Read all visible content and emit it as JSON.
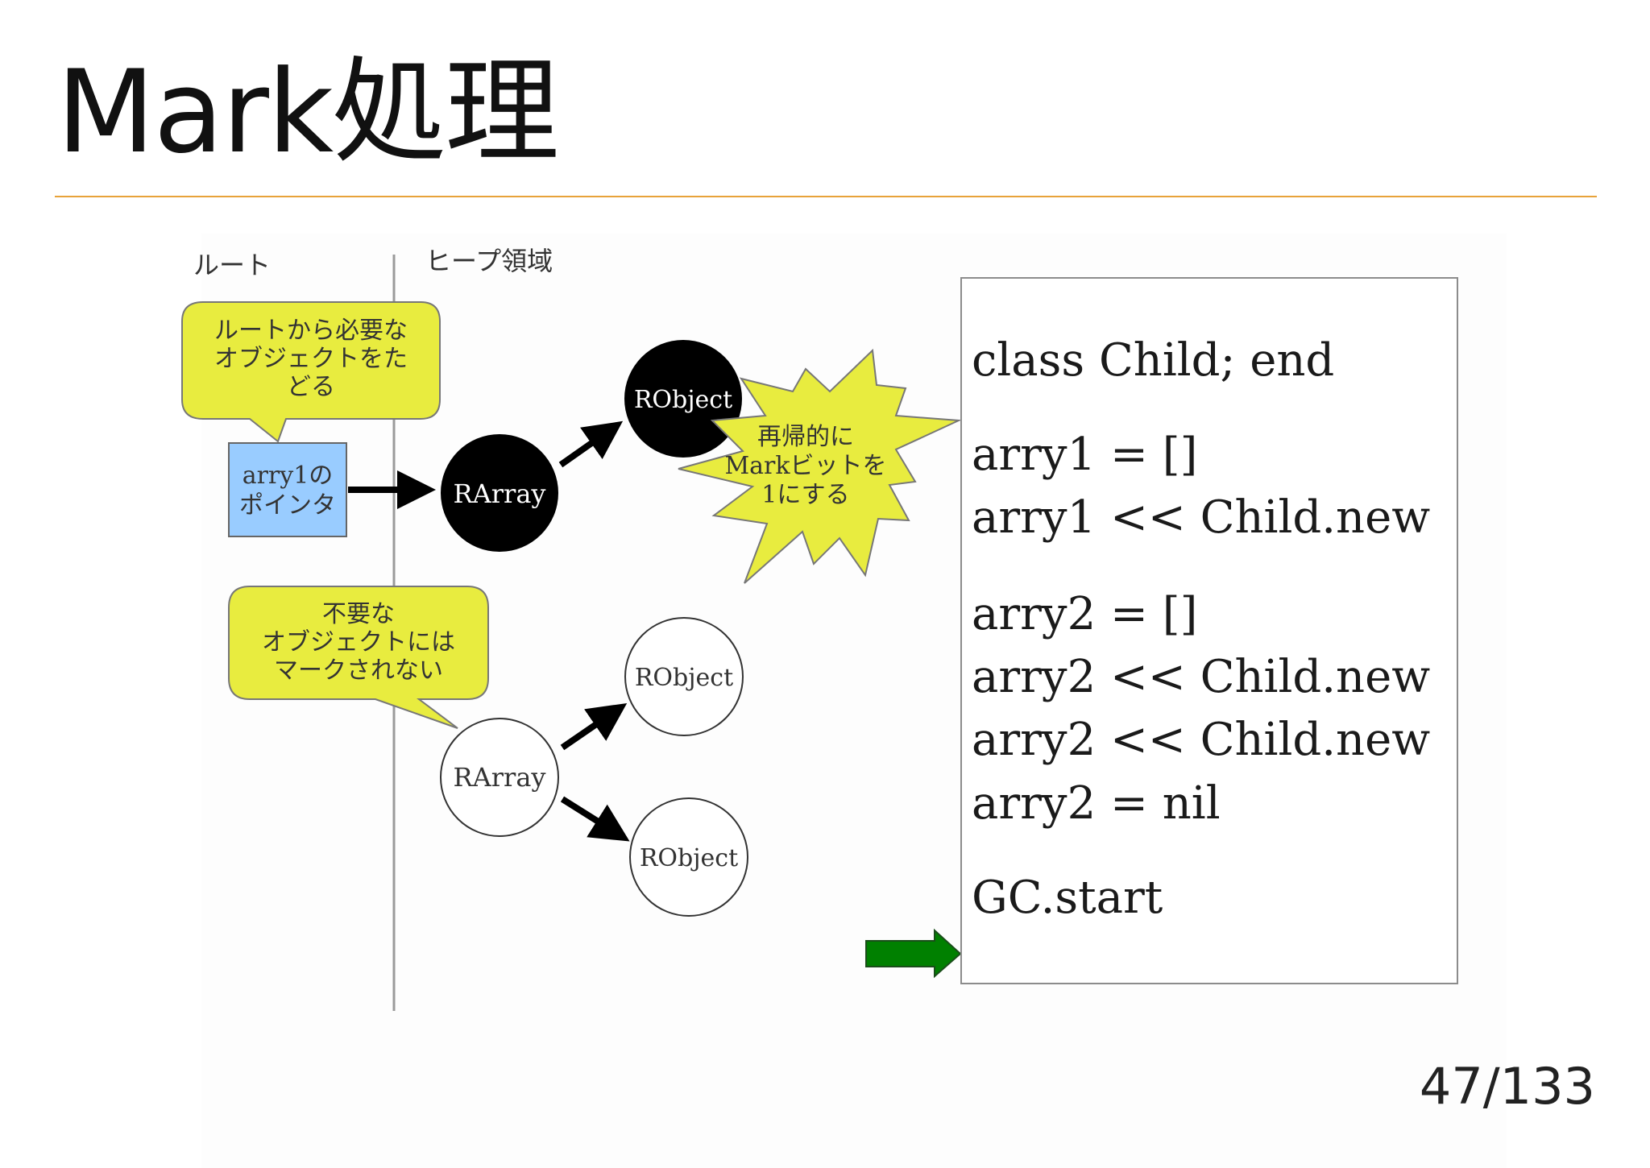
{
  "slide": {
    "title": "Mark処理",
    "page_number": "47/133"
  },
  "diagram": {
    "root_label": "ルート",
    "heap_label": "ヒープ領域",
    "callout_root": [
      "ルートから必要な",
      "オブジェクトをた",
      "どる"
    ],
    "callout_unneeded": [
      "不要な",
      "オブジェクトには",
      "マークされない"
    ],
    "starburst": [
      "再帰的に",
      "Markビットを",
      "1にする"
    ],
    "pointer_box": [
      "arry1の",
      "ポインタ"
    ],
    "marked_rarray": "RArray",
    "marked_robject": "RObject",
    "unmarked_rarray": "RArray",
    "unmarked_robject_1": "RObject",
    "unmarked_robject_2": "RObject",
    "colors": {
      "callout_fill": "#e8ec3f",
      "pointer_fill": "#99ccff",
      "marked_node": "#000000",
      "current_arrow": "#008000",
      "title_rule": "#e8a33a"
    }
  },
  "code": {
    "lines": [
      "class Child; end",
      "arry1 = []",
      "arry1 << Child.new",
      "arry2 = []",
      "arry2 << Child.new",
      "arry2 << Child.new",
      "arry2 = nil",
      "GC.start"
    ],
    "current_line_indicator": "right-arrow-icon"
  }
}
